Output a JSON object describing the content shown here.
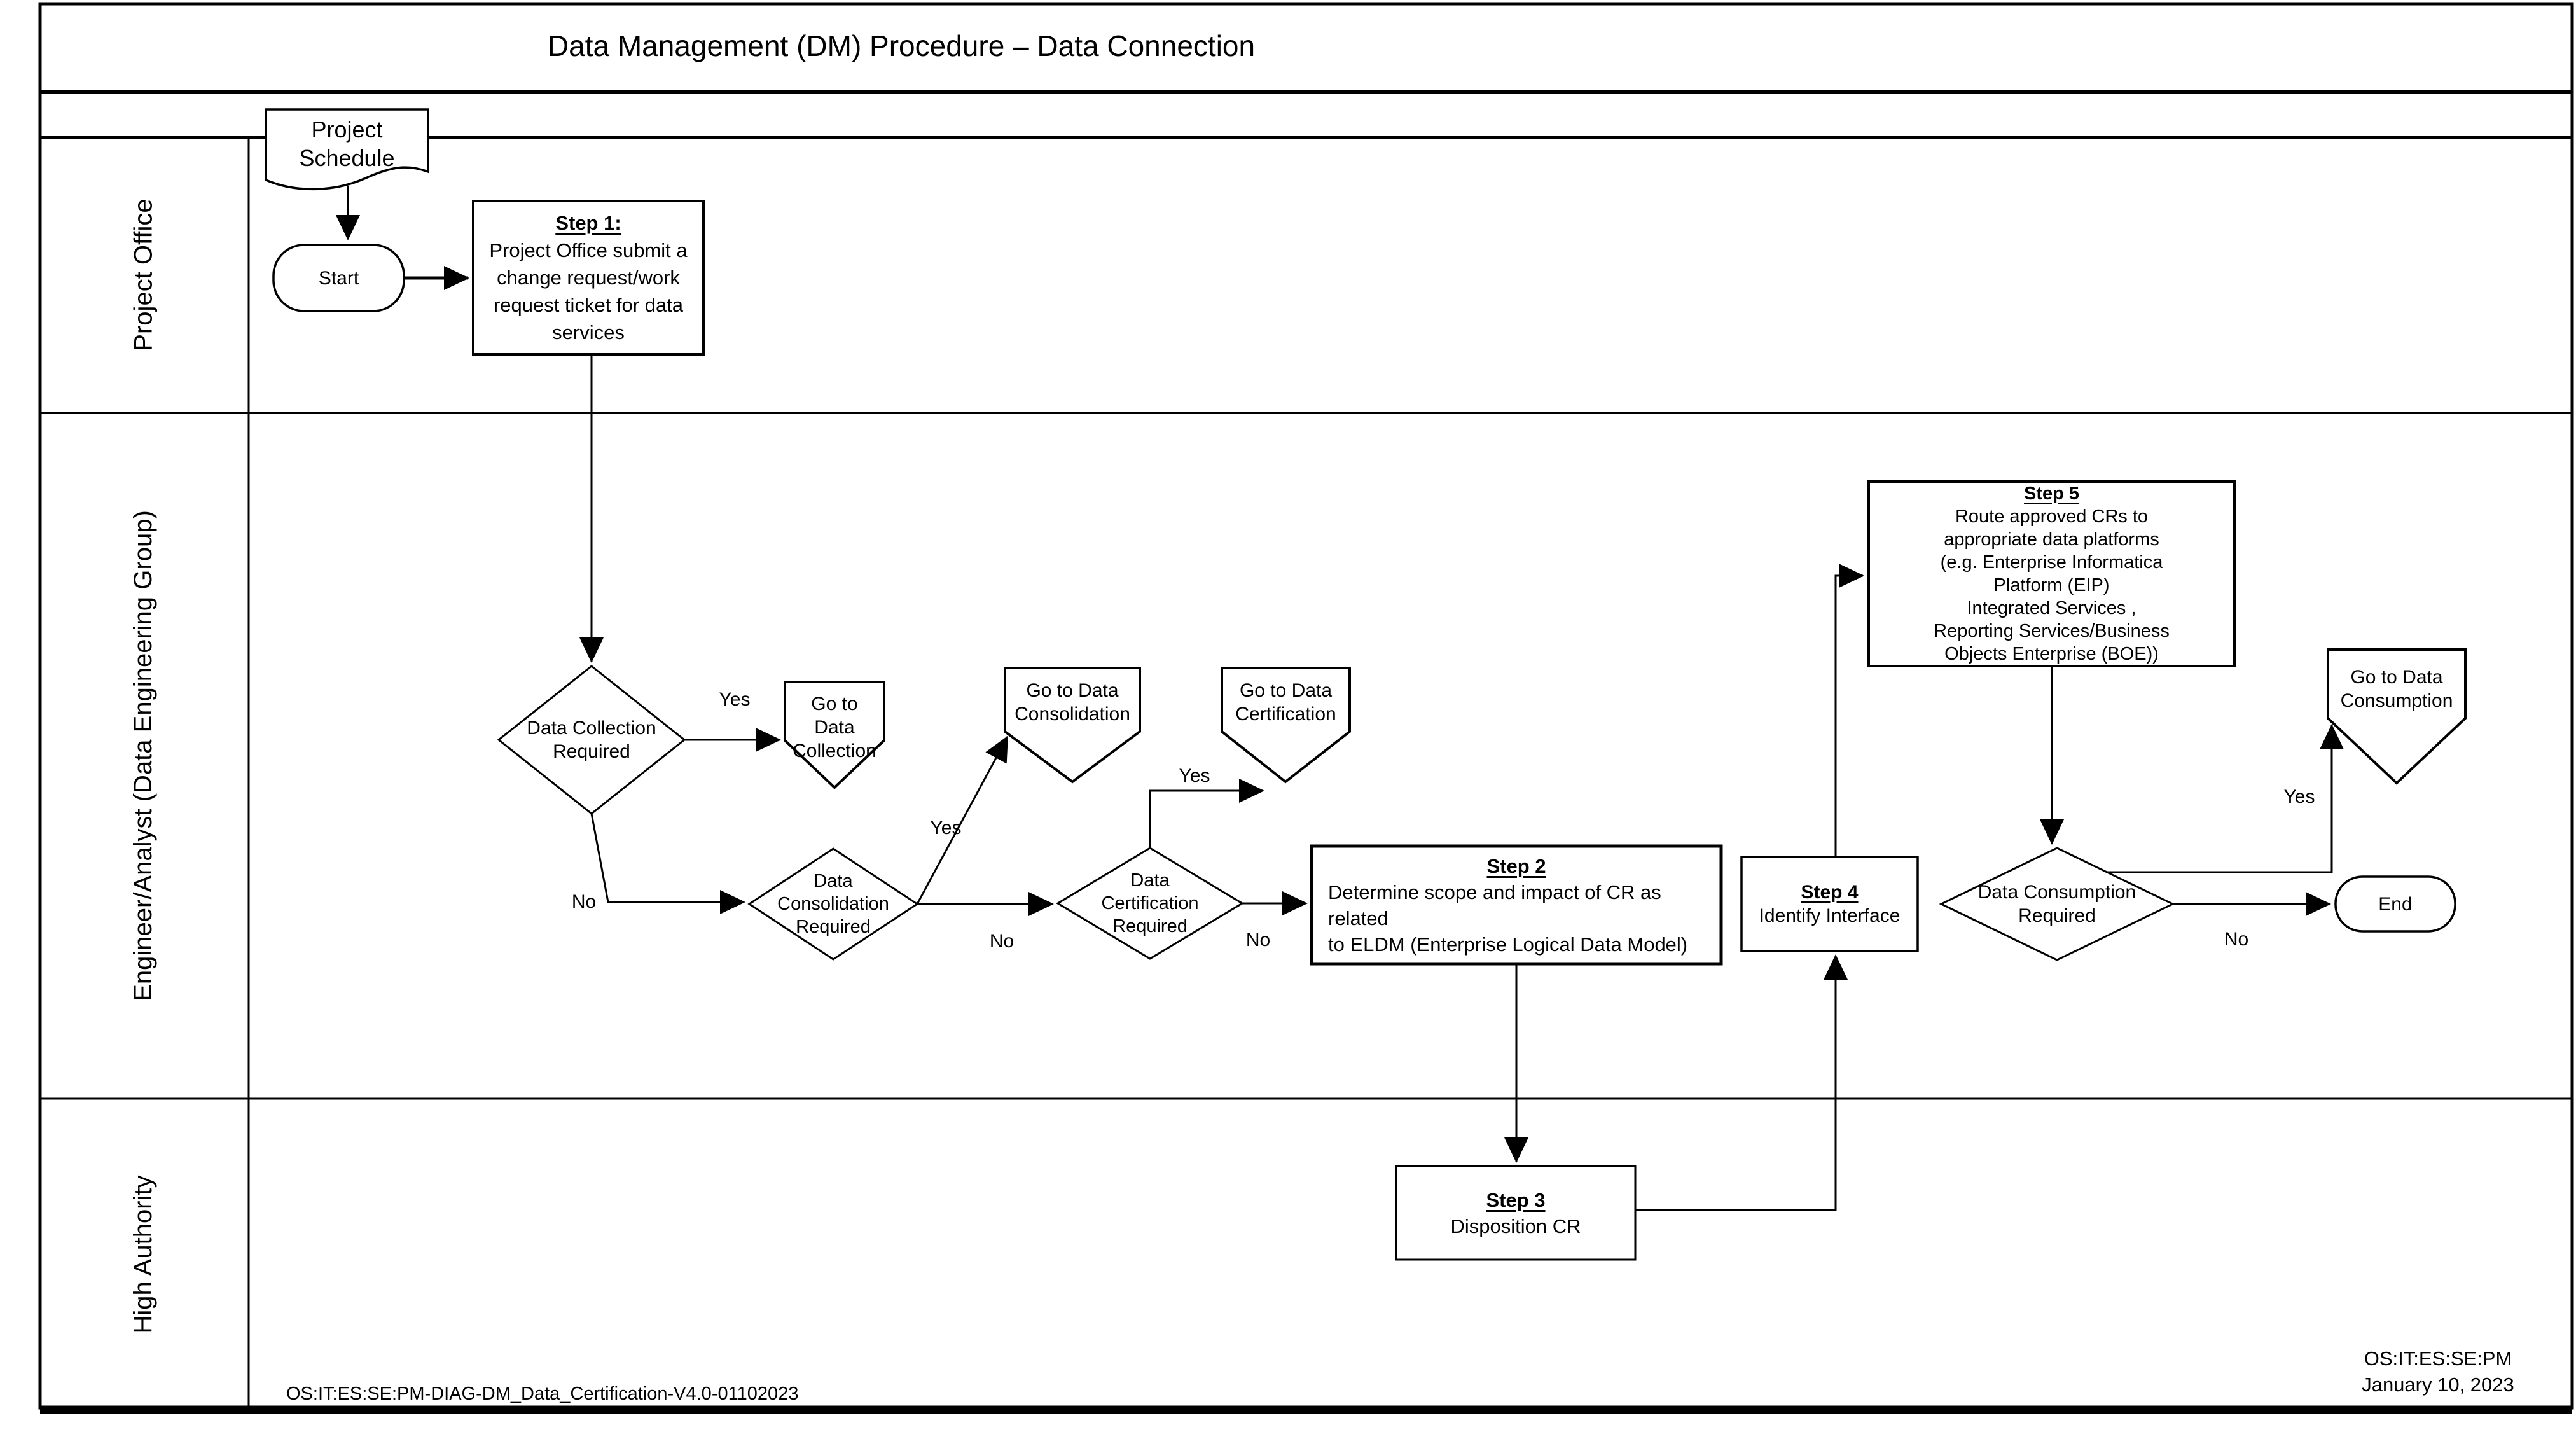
{
  "title": "Data Management (DM) Procedure – Data Connection",
  "lanes": [
    {
      "label": "Project Office"
    },
    {
      "label": "Engineer/Analyst (Data Engineering Group)"
    },
    {
      "label": "High Authority"
    }
  ],
  "nodes": {
    "project_schedule": {
      "label": "Project\nSchedule"
    },
    "start": {
      "label": "Start"
    },
    "step1": {
      "title": "Step 1:",
      "body": "Project Office submit a\nchange request/work\nrequest ticket for data\nservices"
    },
    "data_collection": {
      "label": "Data Collection\nRequired"
    },
    "goto_collection": {
      "label": "Go to\nData\nCollection"
    },
    "goto_consolidation": {
      "label": "Go to Data\nConsolidation"
    },
    "goto_certification": {
      "label": "Go to Data\nCertification"
    },
    "data_consolidation": {
      "label": "Data\nConsolidation\nRequired"
    },
    "data_certification": {
      "label": "Data\nCertification\nRequired"
    },
    "step2": {
      "title": "Step 2",
      "body": "Determine scope and impact of CR as related\nto ELDM (Enterprise Logical Data Model)"
    },
    "step3": {
      "title": "Step 3",
      "body": "Disposition CR"
    },
    "step4": {
      "title": "Step 4",
      "body": "Identify Interface"
    },
    "step5": {
      "title": "Step 5",
      "body": "Route approved CRs to\nappropriate data platforms\n(e.g. Enterprise Informatica\nPlatform (EIP)\nIntegrated Services ,\nReporting Services/Business\nObjects Enterprise (BOE))"
    },
    "data_consumption": {
      "label": "Data Consumption\nRequired"
    },
    "end": {
      "label": "End"
    },
    "goto_consumption": {
      "label": "Go to Data\nConsumption"
    }
  },
  "decisions": {
    "collection": {
      "yes": "Yes",
      "no": "No"
    },
    "consolidation": {
      "yes": "Yes",
      "no": "No"
    },
    "certification": {
      "yes": "Yes",
      "no": "No"
    },
    "consumption": {
      "yes": "Yes",
      "no": "No"
    }
  },
  "footer": {
    "doc_id": "OS:IT:ES:SE:PM-DIAG-DM_Data_Certification-V4.0-01102023",
    "org": "OS:IT:ES:SE:PM",
    "date": "January 10, 2023"
  },
  "colors": {
    "line": "#000000",
    "background": "#ffffff"
  }
}
